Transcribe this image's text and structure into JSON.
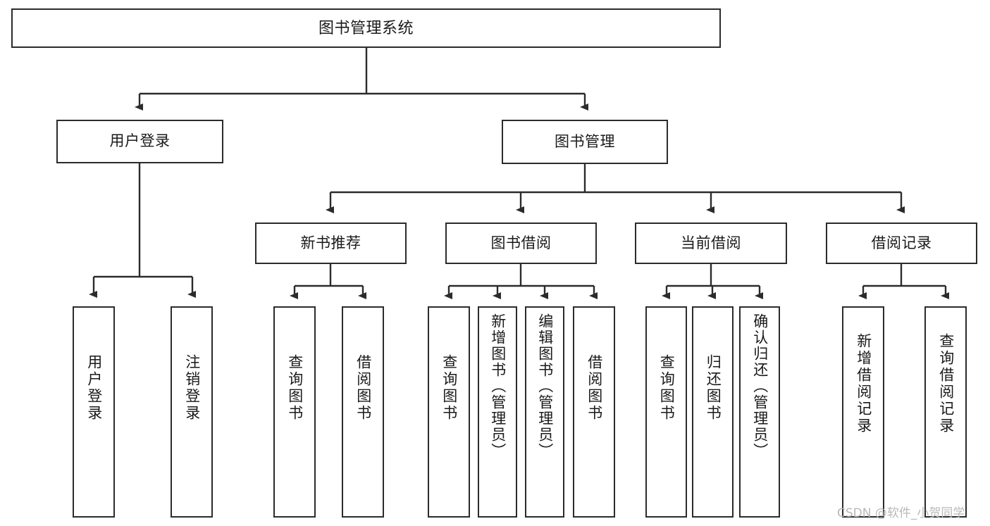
{
  "diagram": {
    "title": "图书管理系统",
    "watermark": "CSDN @软件_小贺同学",
    "line_color": "#2b2b2b",
    "box_fill": "#ffffff",
    "text_color": "#1a1a1a",
    "nodes": {
      "root": "图书管理系统",
      "level2": {
        "user_login": "用户登录",
        "book_manage": "图书管理"
      },
      "level3": {
        "new_book_recommend": "新书推荐",
        "book_borrow": "图书借阅",
        "current_borrow": "当前借阅",
        "borrow_record": "借阅记录"
      },
      "leaves": {
        "user_login_1": "用户登录",
        "user_login_2": "注销登录",
        "new_book_1": "查询图书",
        "new_book_2": "借阅图书",
        "book_borrow_1": "查询图书",
        "book_borrow_2": "新增图书（管理员）",
        "book_borrow_3": "编辑图书（管理员）",
        "book_borrow_4": "借阅图书",
        "current_borrow_1": "查询图书",
        "current_borrow_2": "归还图书",
        "current_borrow_3": "确认归还（管理员）",
        "borrow_record_1": "新增借阅记录",
        "borrow_record_2": "查询借阅记录"
      }
    }
  }
}
